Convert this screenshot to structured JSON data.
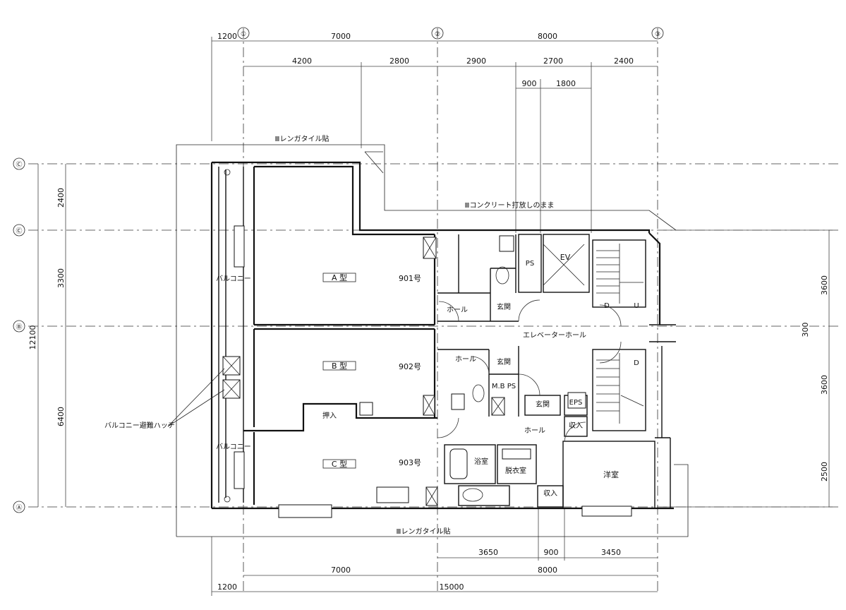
{
  "dimensions": {
    "top_row1": [
      "1200",
      "7000",
      "8000"
    ],
    "top_row2": [
      "4200",
      "2800",
      "2900",
      "2700",
      "2400"
    ],
    "top_row3": [
      "900",
      "1800"
    ],
    "left_col": [
      "2400",
      "3300",
      "6400"
    ],
    "left_total": "12100",
    "right_col": [
      "3600",
      "3600",
      "2500"
    ],
    "right_mid": "300",
    "bottom_row1": [
      "3650",
      "900",
      "3450"
    ],
    "bottom_row2": [
      "7000",
      "8000"
    ],
    "bottom_row3": [
      "1200",
      "15000"
    ]
  },
  "grid_bubbles": {
    "top": [
      "①",
      "②",
      "③"
    ],
    "left": [
      "Ⓒ",
      "Ⓒ",
      "Ⓑ",
      "Ⓐ"
    ]
  },
  "notes": {
    "top_tile": "Ⅲレンガタイル貼",
    "concrete": "Ⅲコンクリート打放しのまま",
    "bottom_tile": "Ⅲレンガタイル貼",
    "balcony_hatch": "バルコニー避難ハッチ"
  },
  "rooms": {
    "a_type": "A 型",
    "b_type": "B 型",
    "c_type": "C 型",
    "unit_901": "901号",
    "unit_902": "902号",
    "unit_903": "903号",
    "balcony1": "バルコニー",
    "balcony2": "バルコニー",
    "hall1": "ホール",
    "hall2": "ホール",
    "hall3": "ホール",
    "genkan1": "玄関",
    "genkan2": "玄関",
    "genkan3": "玄関",
    "ps": "PS",
    "ev": "EV",
    "elevator_hall": "エレベーターホール",
    "mbps": "M.B PS",
    "eps": "EPS",
    "oshiire1": "押入",
    "oshiire2": "収入",
    "oshiire3": "収入",
    "bath": "浴室",
    "washroom": "脱衣室",
    "yoshitsu": "洋室",
    "stair_d1": "D",
    "stair_u1": "U",
    "stair_d2": "D"
  }
}
